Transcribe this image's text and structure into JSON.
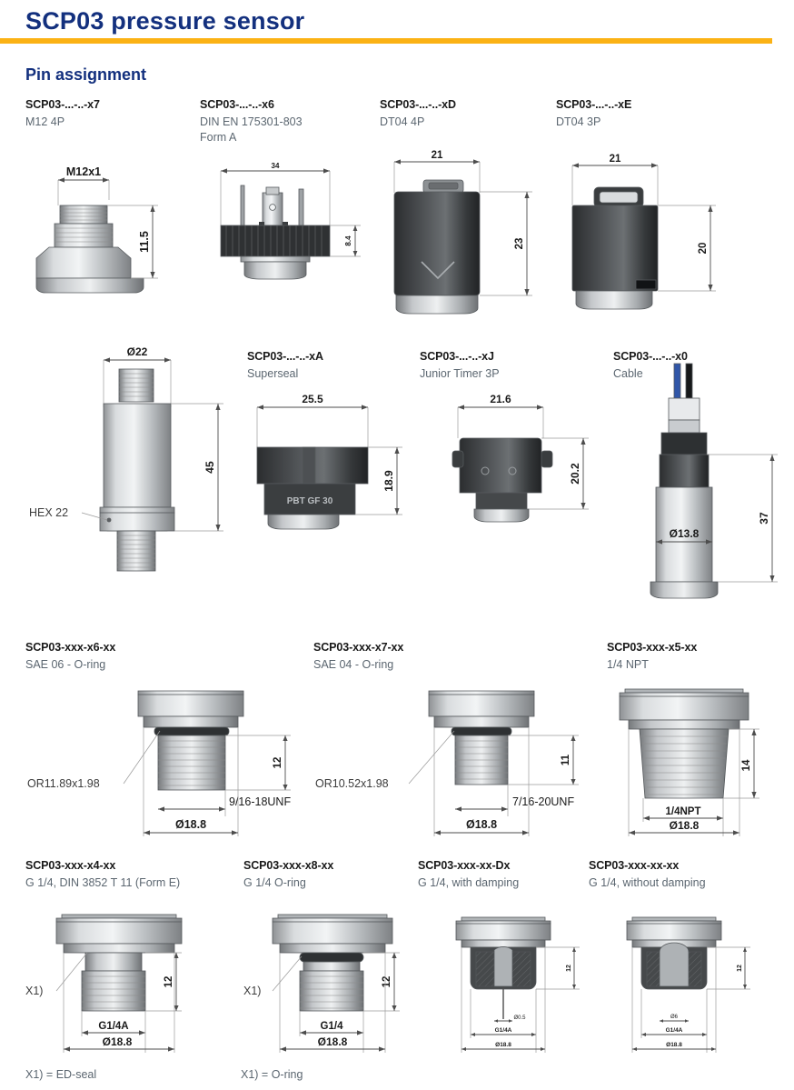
{
  "header": {
    "title": "SCP03 pressure sensor",
    "section": "Pin assignment",
    "rule_color": "#fbb215",
    "title_color": "#13307e"
  },
  "connectors": [
    {
      "code": "SCP03-...-..-x7",
      "desc": "M12 4P",
      "desc_line2": "",
      "dims": {
        "width": "M12x1",
        "height": "11.5"
      }
    },
    {
      "code": "SCP03-...-..-x6",
      "desc": "DIN EN 175301-803",
      "desc_line2": "Form A",
      "dims": {
        "width": "34",
        "height": "8.4"
      }
    },
    {
      "code": "SCP03-...-..-xD",
      "desc": "DT04 4P",
      "desc_line2": "",
      "dims": {
        "width": "21",
        "height": "23"
      }
    },
    {
      "code": "SCP03-...-..-xE",
      "desc": "DT04 3P",
      "desc_line2": "",
      "dims": {
        "width": "21",
        "height": "20"
      }
    }
  ],
  "body": {
    "dims": {
      "diameter": "Ø22",
      "height": "45",
      "hex": "HEX 22"
    }
  },
  "connectors2": [
    {
      "code": "SCP03-...-..-xA",
      "desc": "Superseal",
      "dims": {
        "width": "25.5",
        "height": "18.9",
        "material": "PBT GF 30"
      }
    },
    {
      "code": "SCP03-...-..-xJ",
      "desc": "Junior Timer 3P",
      "dims": {
        "width": "21.6",
        "height": "20.2"
      }
    },
    {
      "code": "SCP03-...-..-x0",
      "desc": "Cable",
      "dims": {
        "diameter": "Ø13.8",
        "height": "37"
      }
    }
  ],
  "ports_row1": [
    {
      "code": "SCP03-xxx-x6-xx",
      "desc": "SAE 06 - O-ring",
      "dims": {
        "seal": "OR11.89x1.98",
        "thread": "9/16-18UNF",
        "diameter": "Ø18.8",
        "height": "12"
      }
    },
    {
      "code": "SCP03-xxx-x7-xx",
      "desc": "SAE 04 - O-ring",
      "dims": {
        "seal": "OR10.52x1.98",
        "thread": "7/16-20UNF",
        "diameter": "Ø18.8",
        "height": "11"
      }
    },
    {
      "code": "SCP03-xxx-x5-xx",
      "desc": "1/4 NPT",
      "dims": {
        "thread": "1/4NPT",
        "diameter": "Ø18.8",
        "height": "14"
      }
    }
  ],
  "ports_row2": [
    {
      "code": "SCP03-xxx-x4-xx",
      "desc": "G 1/4, DIN 3852 T 11 (Form E)",
      "dims": {
        "marker": "X1)",
        "thread": "G1/4A",
        "diameter": "Ø18.8",
        "height": "12"
      },
      "footnote": "X1) = ED-seal"
    },
    {
      "code": "SCP03-xxx-x8-xx",
      "desc": "G 1/4 O-ring",
      "dims": {
        "marker": "X1)",
        "thread": "G1/4",
        "diameter": "Ø18.8",
        "height": "12"
      },
      "footnote": "X1) = O-ring"
    },
    {
      "code": "SCP03-xxx-xx-Dx",
      "desc": "G 1/4, with damping",
      "dims": {
        "bore": "Ø0.5",
        "thread": "G1/4A",
        "diameter": "Ø18.8",
        "height": "12"
      },
      "footnote": ""
    },
    {
      "code": "SCP03-xxx-xx-xx",
      "desc": "G 1/4, without damping",
      "dims": {
        "bore": "Ø6",
        "thread": "G1/4A",
        "diameter": "Ø18.8",
        "height": "12"
      },
      "footnote": ""
    }
  ]
}
